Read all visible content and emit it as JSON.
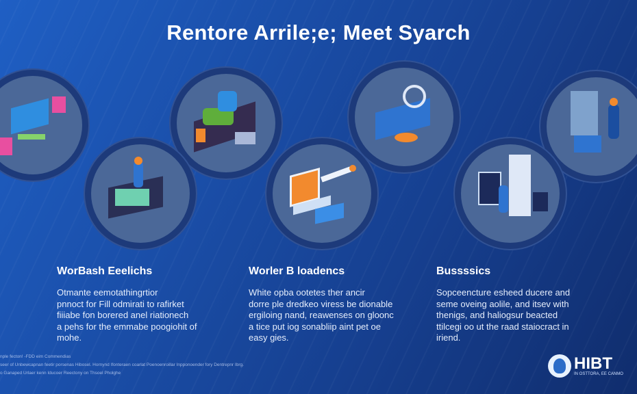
{
  "title": "Rentore Arrile;e; Meet Syarch",
  "columns": [
    {
      "heading": "WorBash Eeelichs",
      "lines": [
        "Otmante eemotathingrtior",
        "pnnoct for Fill odmirati to rafirket",
        "fiiiabe fon borered anel riationech",
        "a pehs for the emmabe poogiohit of",
        "mohe."
      ]
    },
    {
      "heading": "Worler B loadencs",
      "lines": [
        "White opba ootetes ther ancir",
        "dorre ple dredkeo viress be dionable",
        "ergiloing nand, reawenses on gloonc",
        "a tice put iog sonabliip aint pet oe",
        "easy gies."
      ]
    },
    {
      "heading": "Bussssics",
      "lines": [
        "Sopceencture esheed ducere and",
        "seme oveing aolile, and itsev with",
        "thenigs, and haliogsur beacted",
        "ttilcegi oo ut the raad staiocract in",
        "iriend."
      ]
    }
  ],
  "footer": [
    "nple fecton! -FDD eim Commendias",
    "seer of Unbewcapnan feetir porsenas Hibosel. Hornynd Ifonteraen coarlat Poenoenroillar Inpponoender fory Dentrepnr Ibrg.",
    "o Ganaped Urlaer kenn Iducoer Reectony on Thsoel Pholghe"
  ],
  "logo": {
    "name": "HIBT",
    "tagline": "IN OSTTORA, EE CANMO"
  },
  "colors": {
    "accent_orange": "#f28a2e",
    "circle_fill": "#4b6898",
    "ring": "#1d3a7a"
  }
}
